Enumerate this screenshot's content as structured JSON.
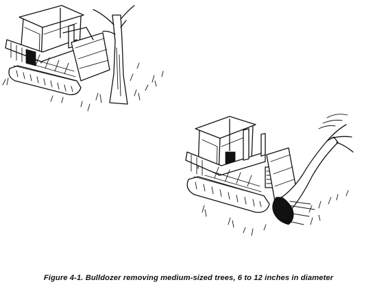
{
  "figure": {
    "caption": "Figure 4-1.  Bulldozer removing medium-sized trees, 6 to 12 inches in diameter",
    "illustrations": [
      {
        "subject": "bulldozer pushing against standing tree"
      },
      {
        "subject": "bulldozer pushing tree over, roots lifting"
      }
    ]
  }
}
